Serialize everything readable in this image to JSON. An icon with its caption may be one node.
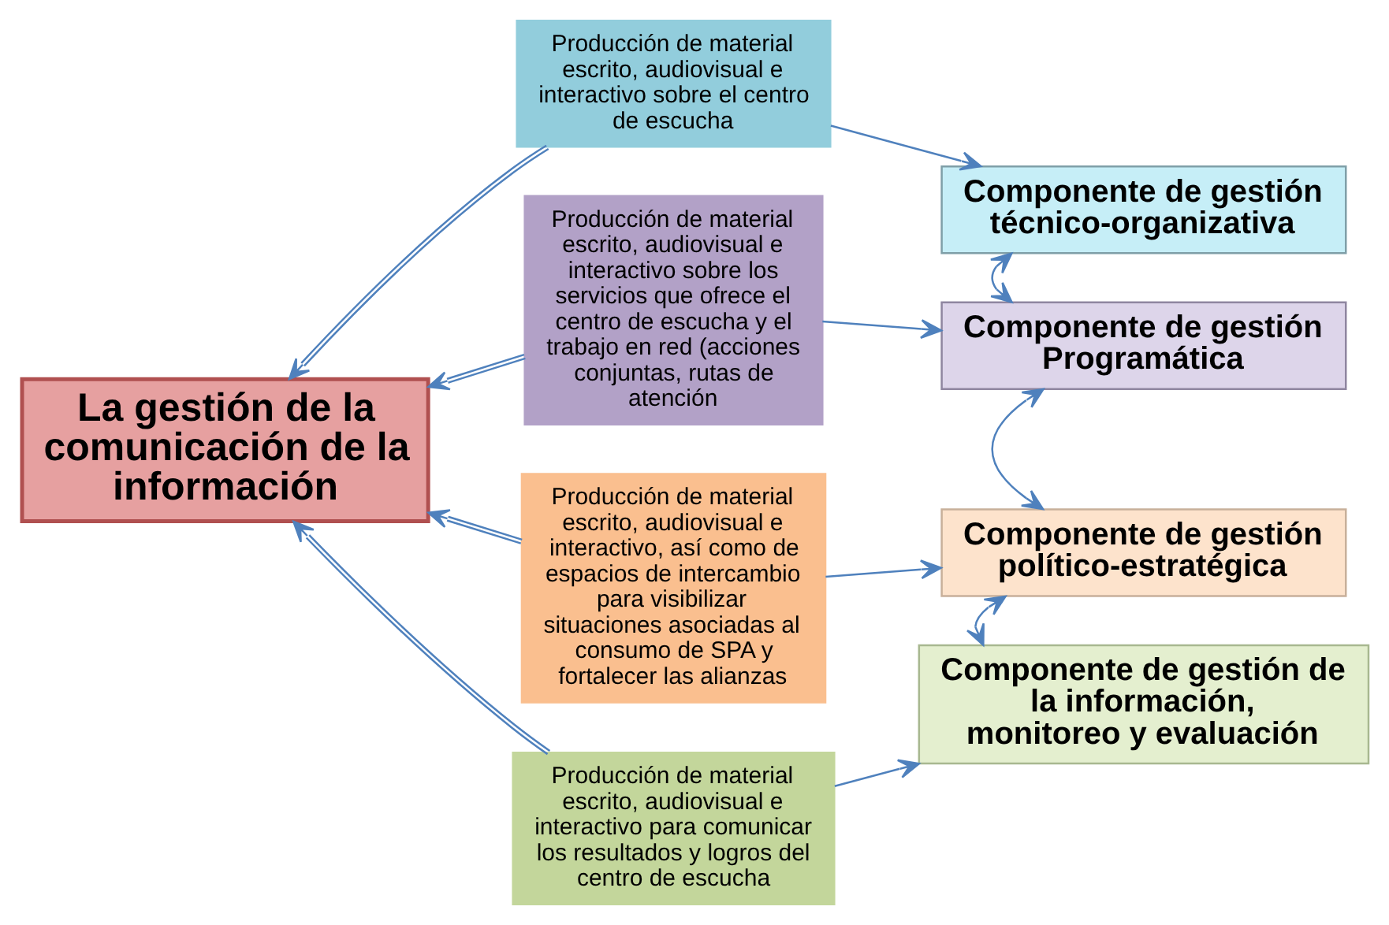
{
  "diagram": {
    "nodes": [
      {
        "text": [
          "La gestión de la comunicación de la información"
        ]
      },
      {
        "text": [
          "Producción de material escrito, audiovisual e interactivo sobre el centro de escucha"
        ]
      },
      {
        "text": [
          "Producción de material escrito, audiovisual e interactivo sobre los servicios que ofrece el centro de escucha y el trabajo en red (acciones conjuntas, rutas de atención"
        ]
      },
      {
        "text": [
          "Producción de material escrito, audiovisual e interactivo, así como de espacios de intercambio para visibilizar situaciones asociadas al consumo de SPA y fortalecer las alianzas"
        ]
      },
      {
        "text": [
          "Producción de material escrito, audiovisual e interactivo para comunicar los resultados y logros del centro de escucha"
        ]
      },
      {
        "text": [
          "Componente de gestión técnico-organizativa"
        ]
      },
      {
        "text": [
          "Componente de gestión Programática"
        ]
      },
      {
        "text": [
          "Componente de gestión político-estratégica"
        ]
      },
      {
        "text": [
          "Componente de gestión de la información, monitoreo y evaluación"
        ]
      }
    ],
    "edges": [
      {
        "from": 1,
        "to": 0,
        "arrow": "to"
      },
      {
        "from": 2,
        "to": 0,
        "arrow": "to"
      },
      {
        "from": 3,
        "to": 0,
        "arrow": "to"
      },
      {
        "from": 4,
        "to": 0,
        "arrow": "to"
      },
      {
        "from": 1,
        "to": 5,
        "arrow": "to"
      },
      {
        "from": 2,
        "to": 6,
        "arrow": "to"
      },
      {
        "from": 3,
        "to": 7,
        "arrow": "to"
      },
      {
        "from": 4,
        "to": 8,
        "arrow": "to"
      },
      {
        "from": 5,
        "to": 6,
        "arrow": "both"
      },
      {
        "from": 6,
        "to": 7,
        "arrow": "both"
      },
      {
        "from": 7,
        "to": 8,
        "arrow": "both"
      }
    ]
  }
}
